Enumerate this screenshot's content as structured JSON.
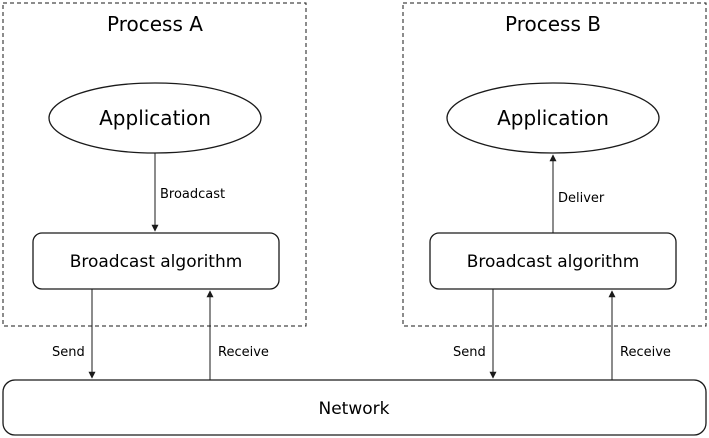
{
  "diagram": {
    "process_a": {
      "title": "Process A",
      "application": "Application",
      "algorithm": "Broadcast algorithm",
      "app_to_algo_label": "Broadcast",
      "send_label": "Send",
      "receive_label": "Receive"
    },
    "process_b": {
      "title": "Process B",
      "application": "Application",
      "algorithm": "Broadcast algorithm",
      "algo_to_app_label": "Deliver",
      "send_label": "Send",
      "receive_label": "Receive"
    },
    "network": {
      "label": "Network"
    },
    "colors": {
      "stroke": "#1a1a1a",
      "fill": "#ffffff",
      "text": "#1a1a1a"
    }
  }
}
